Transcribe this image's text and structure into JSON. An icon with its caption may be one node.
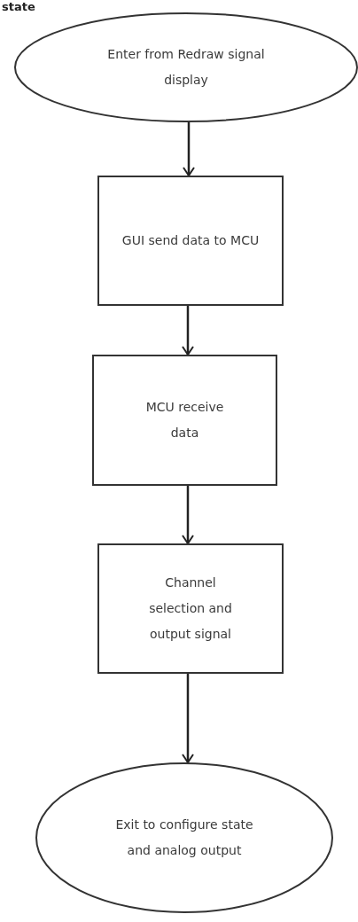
{
  "diagram": {
    "nodes": [
      {
        "text": [
          "Enter from Redraw signal display"
        ]
      },
      {
        "text": [
          "GUI send data to MCU"
        ]
      },
      {
        "text": [
          "MCU receive data"
        ]
      },
      {
        "text": [
          "Channel selection and output signal"
        ]
      },
      {
        "text": [
          "Exit to configure state and analog output"
        ]
      }
    ],
    "edges": [
      {
        "from": 0,
        "to": 1,
        "arrow": "to"
      },
      {
        "from": 1,
        "to": 2,
        "arrow": "to"
      },
      {
        "from": 2,
        "to": 3,
        "arrow": "to"
      },
      {
        "from": 3,
        "to": 4,
        "arrow": "to"
      }
    ],
    "labels": [
      "state"
    ]
  }
}
